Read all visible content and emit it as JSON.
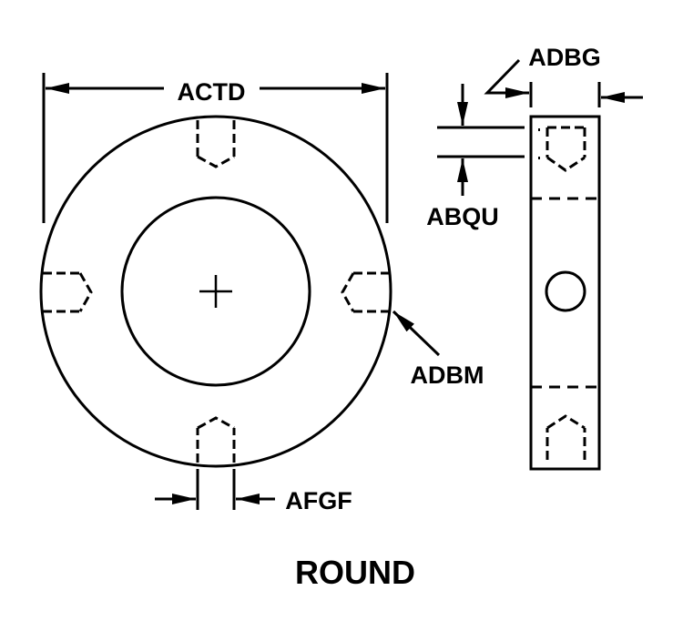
{
  "labels": {
    "actd": "ACTD",
    "adbg": "ADBG",
    "abqu": "ABQU",
    "adbm": "ADBM",
    "afgf": "AFGF"
  },
  "title": "ROUND",
  "colors": {
    "stroke": "#000000",
    "background": "#ffffff"
  }
}
